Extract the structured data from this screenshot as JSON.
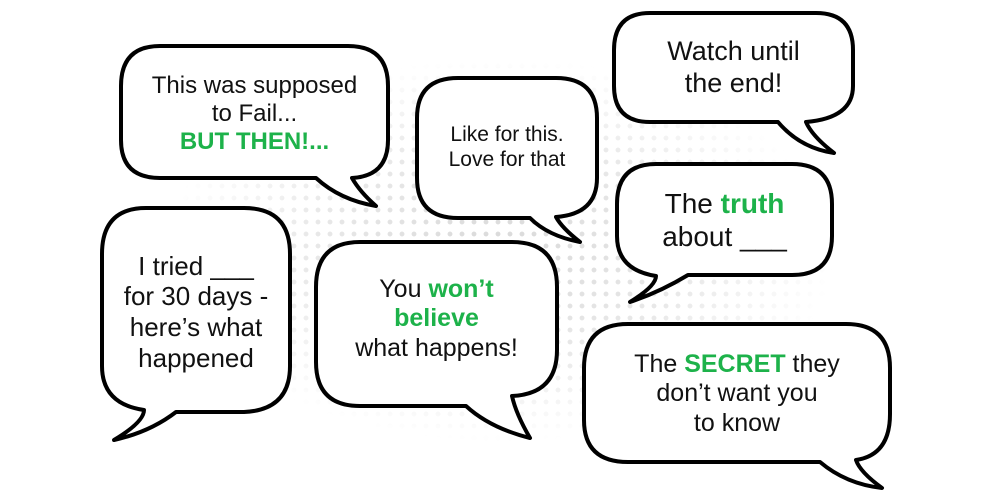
{
  "colors": {
    "accent": "#1db24a",
    "text": "#111111",
    "outline": "#000000",
    "background": "#ffffff",
    "dots": "#d9d9d9"
  },
  "bubbles": [
    {
      "id": "supposed-to-fail",
      "lines": [
        {
          "parts": [
            {
              "text": "This was supposed",
              "accent": false
            }
          ]
        },
        {
          "parts": [
            {
              "text": "to Fail...",
              "accent": false
            }
          ]
        },
        {
          "parts": [
            {
              "text": "BUT THEN!...",
              "accent": true
            }
          ]
        }
      ]
    },
    {
      "id": "like-love",
      "lines": [
        {
          "parts": [
            {
              "text": "Like for this.",
              "accent": false
            }
          ]
        },
        {
          "parts": [
            {
              "text": "Love for that",
              "accent": false
            }
          ]
        }
      ]
    },
    {
      "id": "watch-until-end",
      "lines": [
        {
          "parts": [
            {
              "text": "Watch until",
              "accent": false
            }
          ]
        },
        {
          "parts": [
            {
              "text": "the end!",
              "accent": false
            }
          ]
        }
      ]
    },
    {
      "id": "truth-about",
      "lines": [
        {
          "parts": [
            {
              "text": "The ",
              "accent": false
            },
            {
              "text": "truth",
              "accent": true
            }
          ]
        },
        {
          "parts": [
            {
              "text": "about ___",
              "accent": false
            }
          ]
        }
      ]
    },
    {
      "id": "tried-30-days",
      "lines": [
        {
          "parts": [
            {
              "text": "I tried ___",
              "accent": false
            }
          ]
        },
        {
          "parts": [
            {
              "text": "for 30 days -",
              "accent": false
            }
          ]
        },
        {
          "parts": [
            {
              "text": "here’s what",
              "accent": false
            }
          ]
        },
        {
          "parts": [
            {
              "text": "happened",
              "accent": false
            }
          ]
        }
      ]
    },
    {
      "id": "wont-believe",
      "lines": [
        {
          "parts": [
            {
              "text": "You ",
              "accent": false
            },
            {
              "text": "won’t",
              "accent": true
            }
          ]
        },
        {
          "parts": [
            {
              "text": "believe",
              "accent": true
            }
          ]
        },
        {
          "parts": [
            {
              "text": "what happens!",
              "accent": false
            }
          ]
        }
      ]
    },
    {
      "id": "secret",
      "lines": [
        {
          "parts": [
            {
              "text": "The ",
              "accent": false
            },
            {
              "text": "SECRET",
              "accent": true
            },
            {
              "text": " they",
              "accent": false
            }
          ]
        },
        {
          "parts": [
            {
              "text": "don’t want you",
              "accent": false
            }
          ]
        },
        {
          "parts": [
            {
              "text": "to know",
              "accent": false
            }
          ]
        }
      ]
    }
  ]
}
